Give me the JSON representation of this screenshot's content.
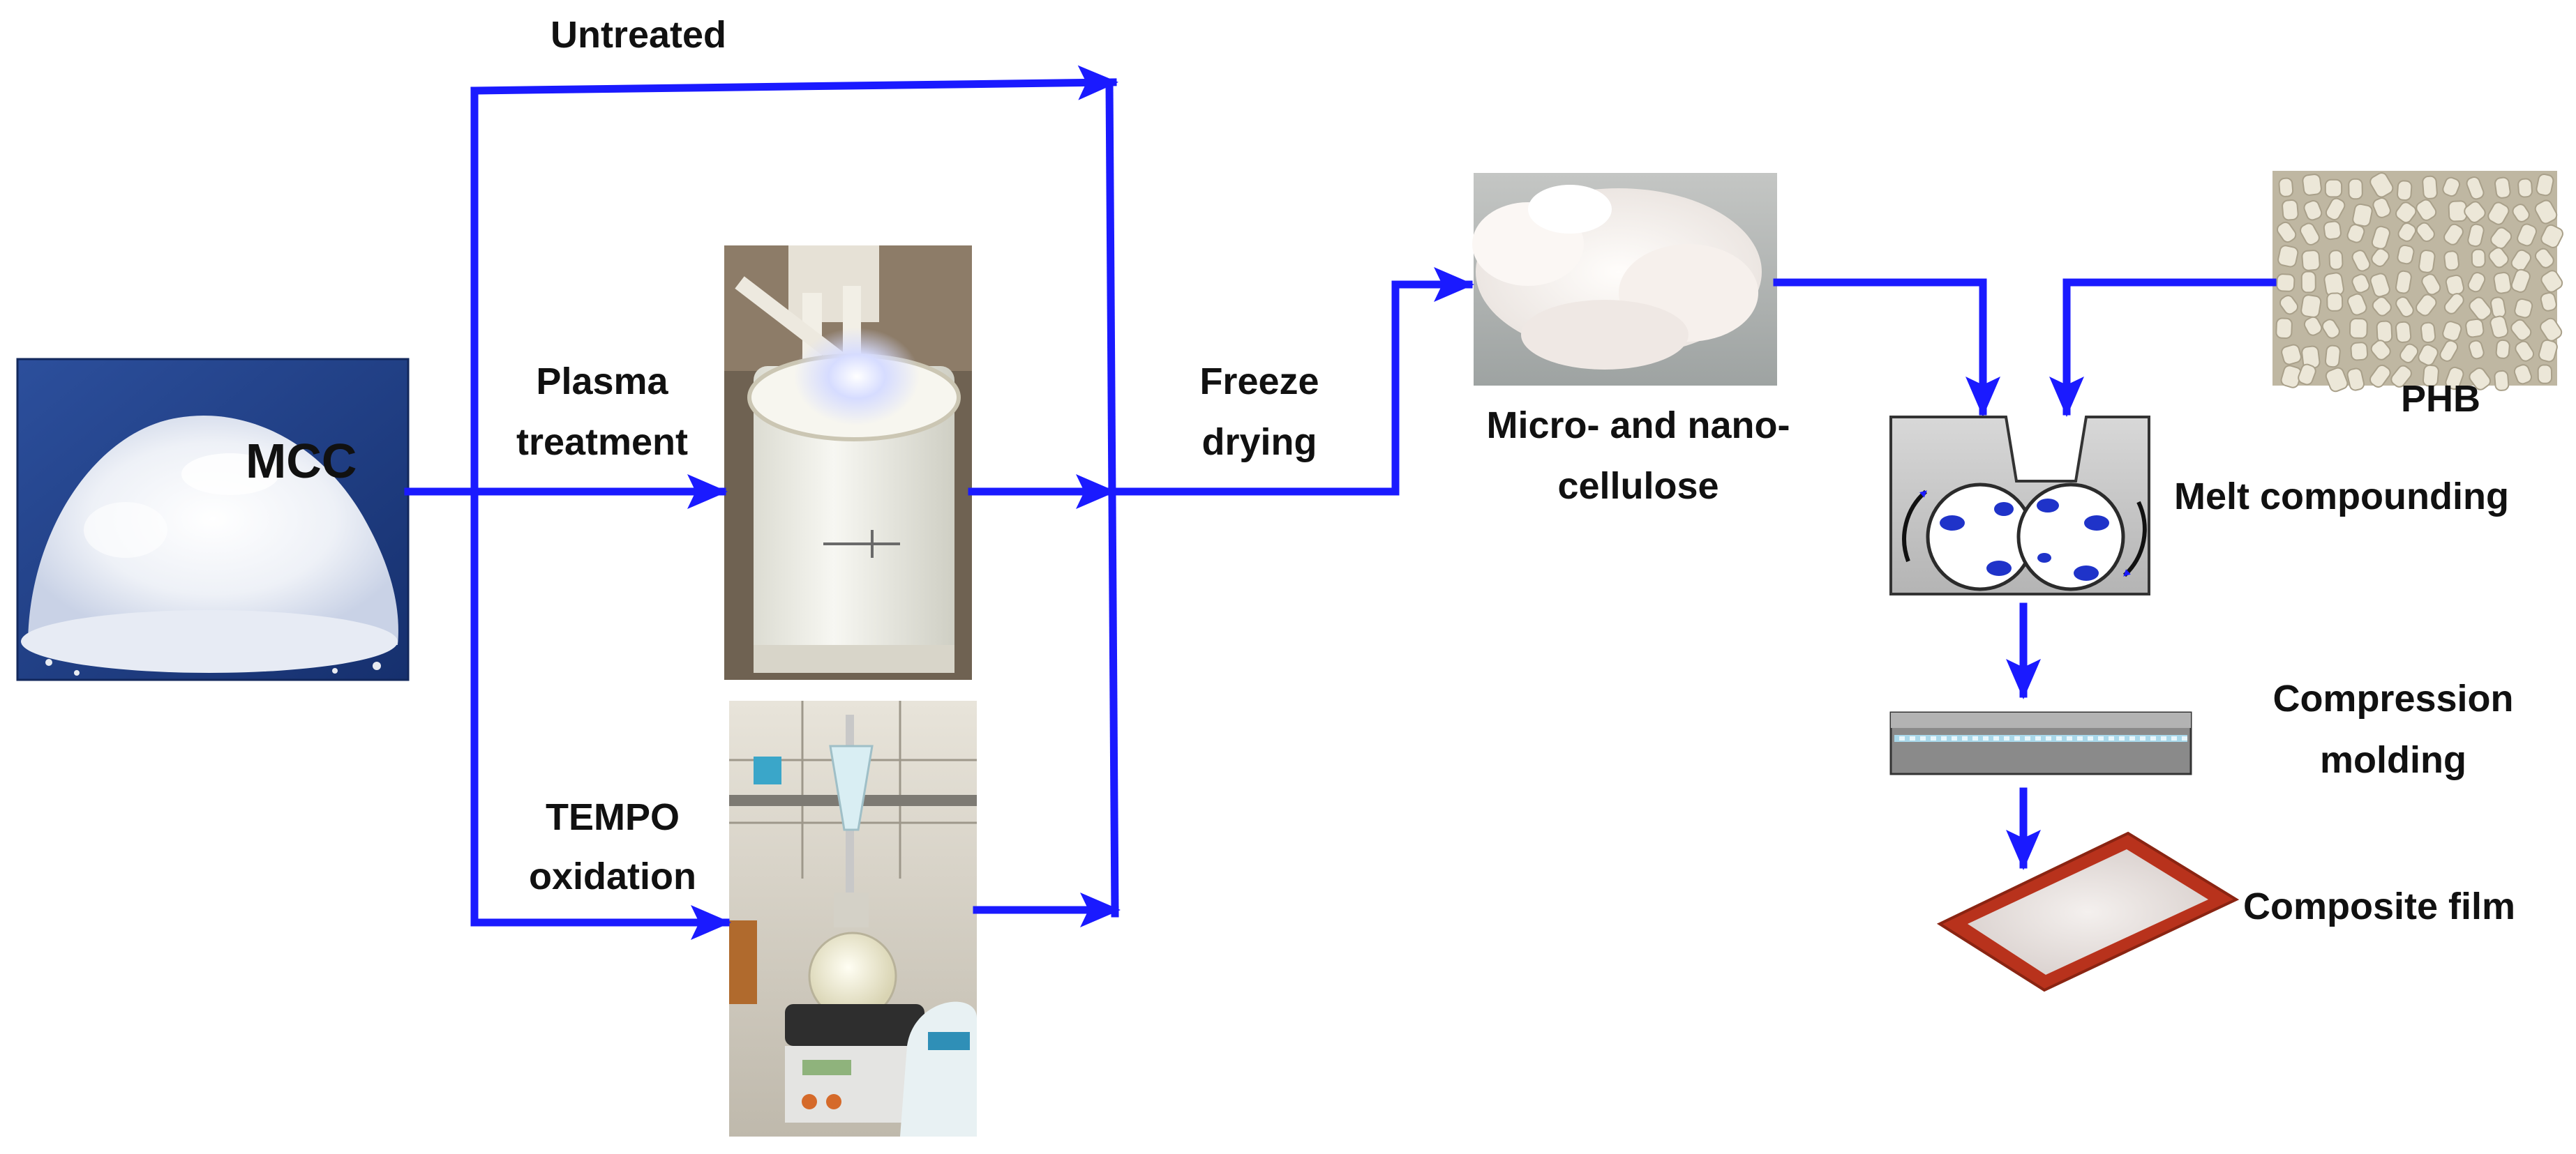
{
  "colors": {
    "arrow": "#1a1aff",
    "text": "#111111",
    "mcc_bg": "#1f3f88",
    "film": "#b8321c",
    "extruder_body": "#cdcdcd"
  },
  "labels": {
    "mcc": "MCC",
    "untreated": "Untreated",
    "plasma_line1": "Plasma",
    "plasma_line2": "treatment",
    "tempo_line1": "TEMPO",
    "tempo_line2": "oxidation",
    "freeze_line1": "Freeze",
    "freeze_line2": "drying",
    "cellulose_line1": "Micro- and nano-",
    "cellulose_line2": "cellulose",
    "phb": "PHB",
    "melt": "Melt compounding",
    "compression_line1": "Compression",
    "compression_line2": "molding",
    "film": "Composite film"
  },
  "photos": {
    "mcc": "mcc-powder-photo",
    "plasma": "plasma-reactor-photo",
    "tempo": "tempo-oxidation-setup-photo",
    "cellulose": "freeze-dried-cellulose-photo",
    "phb": "phb-pellets-photo"
  },
  "icons": {
    "extruder": "twin-screw-extruder-icon",
    "press": "compression-press-icon",
    "film": "composite-film-icon"
  }
}
